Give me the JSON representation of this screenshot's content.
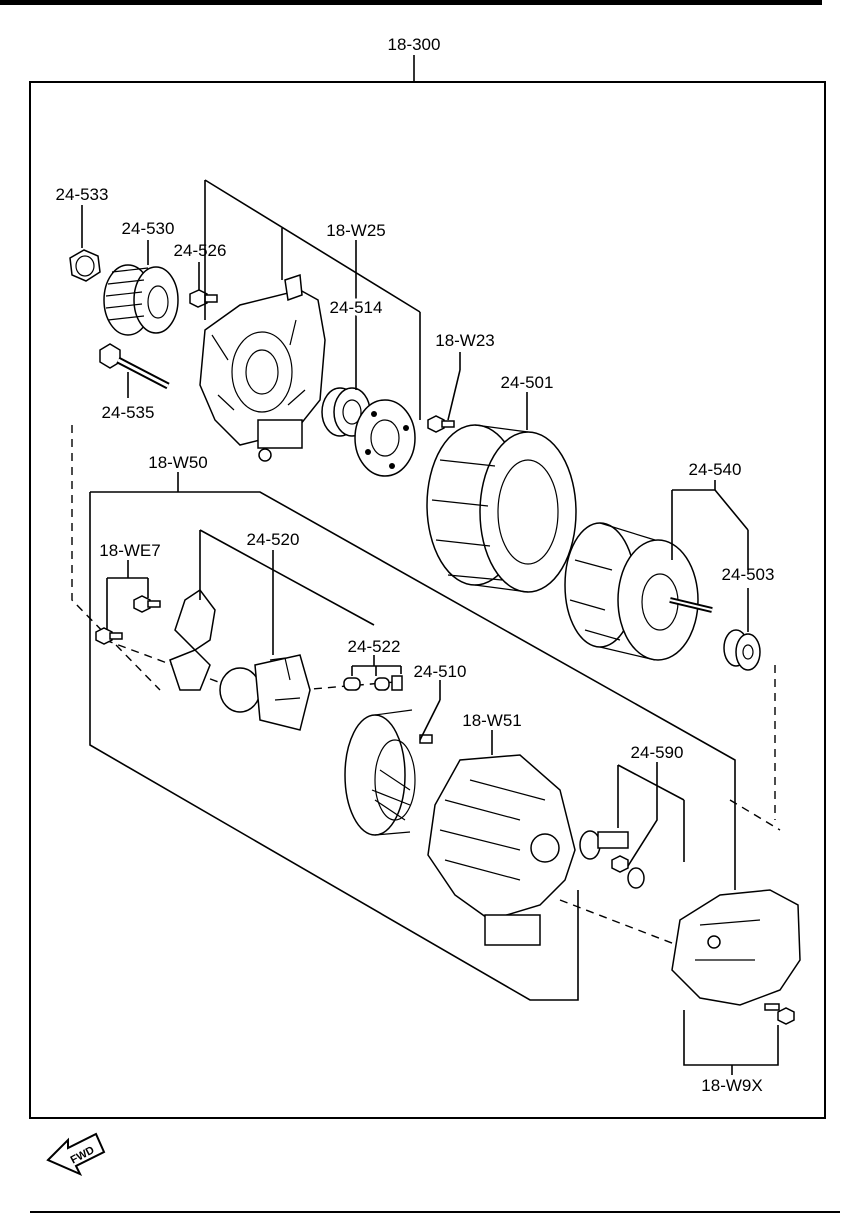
{
  "diagram": {
    "assembly_label": "18-300",
    "labels": {
      "p24533": "24-533",
      "p24530": "24-530",
      "p24526": "24-526",
      "p18W25": "18-W25",
      "p24514": "24-514",
      "p18W23": "18-W23",
      "p24501": "24-501",
      "p24535": "24-535",
      "p18W50": "18-W50",
      "p24540": "24-540",
      "p24503": "24-503",
      "p18WE7": "18-WE7",
      "p24520": "24-520",
      "p24522": "24-522",
      "p24510": "24-510",
      "p18W51": "18-W51",
      "p24590": "24-590",
      "p18W9X": "18-W9X"
    },
    "direction_indicator": "FWD"
  }
}
